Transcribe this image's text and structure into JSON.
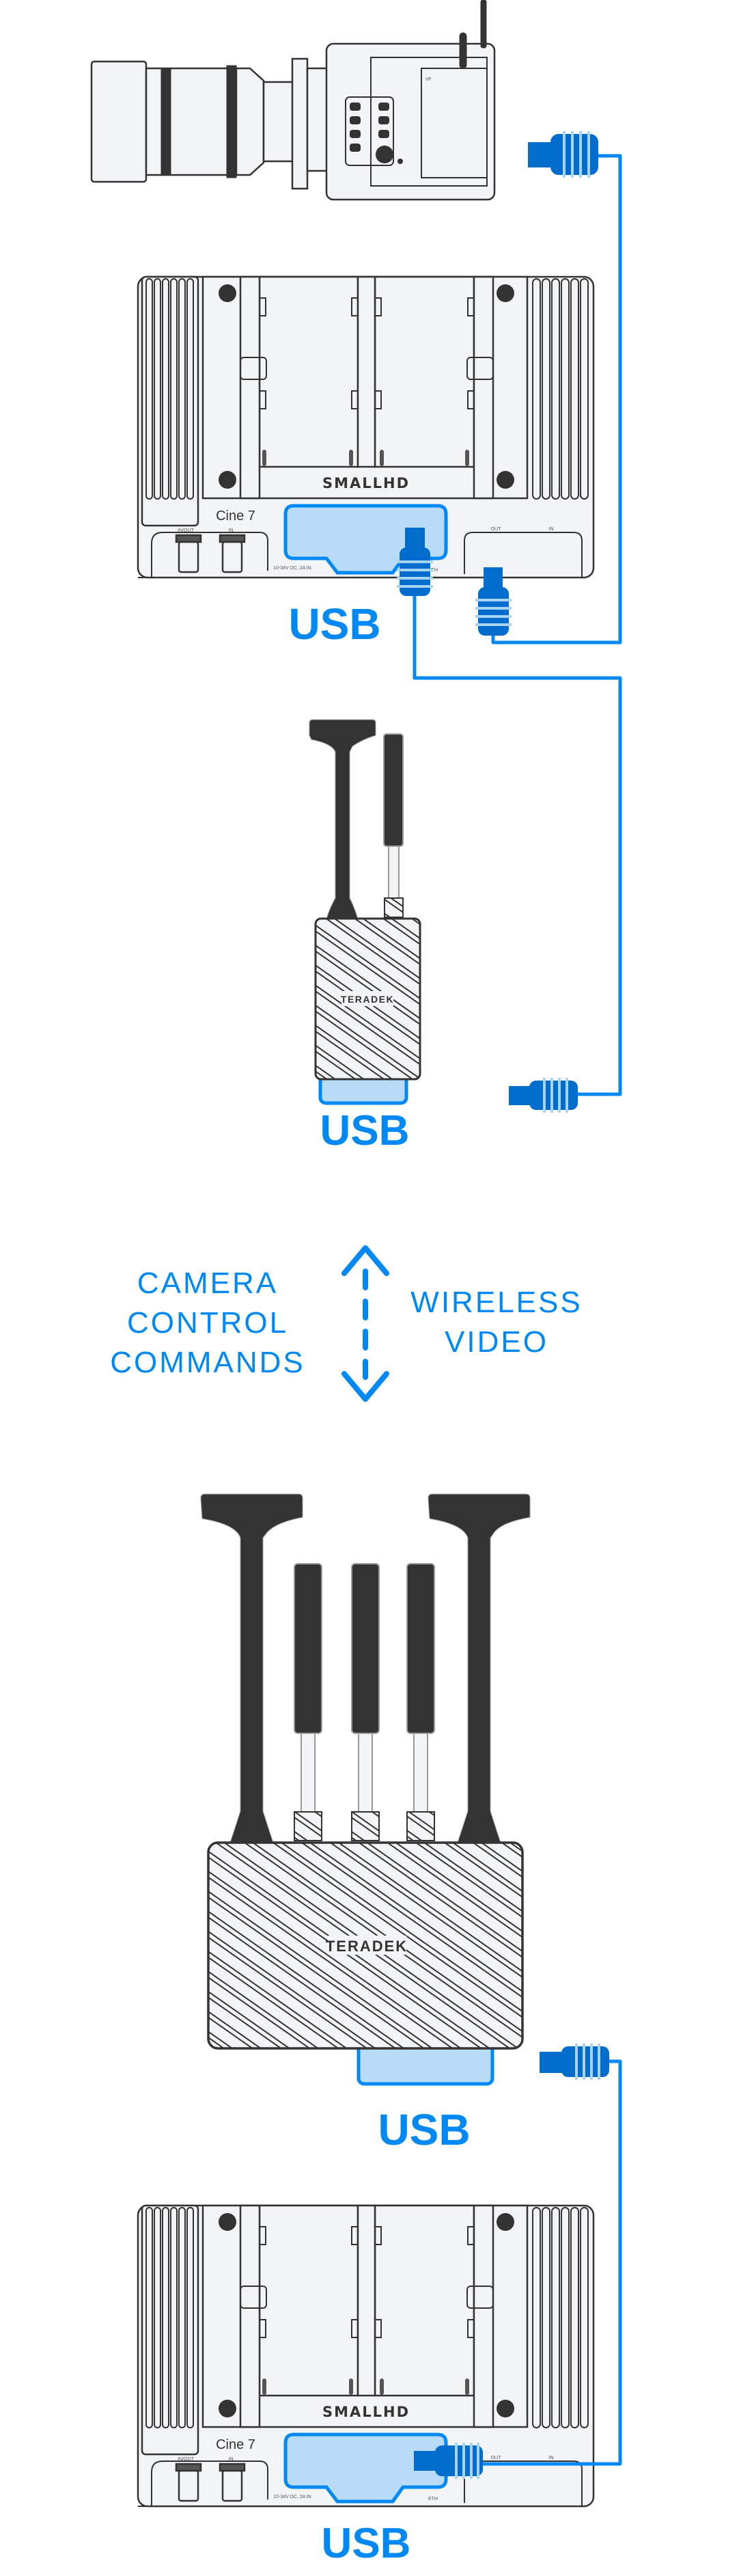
{
  "colors": {
    "accent": "#0088f5",
    "connector": "#006dcc",
    "connector_stripe": "#a8d4f5",
    "usb_highlight": "#b8dcf7",
    "device_fill": "#f3f4f6",
    "device_stroke": "#333333"
  },
  "camera": {
    "vf_label": "VF"
  },
  "monitor": {
    "brand": "SMALLHD",
    "model": "Cine 7",
    "ports": {
      "sdi_inout": "IN/OUT",
      "sdi_in": "IN",
      "power": "10-34V DC, 2A IN",
      "eth": "ETH",
      "out": "OUT",
      "in": "IN"
    }
  },
  "usb_labels": {
    "monitor_top": "USB",
    "transmitter": "USB",
    "receiver": "USB",
    "monitor_bottom": "USB"
  },
  "transmitter": {
    "brand": "TERADEK"
  },
  "receiver": {
    "brand": "TERADEK"
  },
  "link": {
    "left_lines": [
      "CAMERA",
      "CONTROL",
      "COMMANDS"
    ],
    "right_lines": [
      "WIRELESS",
      "VIDEO"
    ]
  }
}
